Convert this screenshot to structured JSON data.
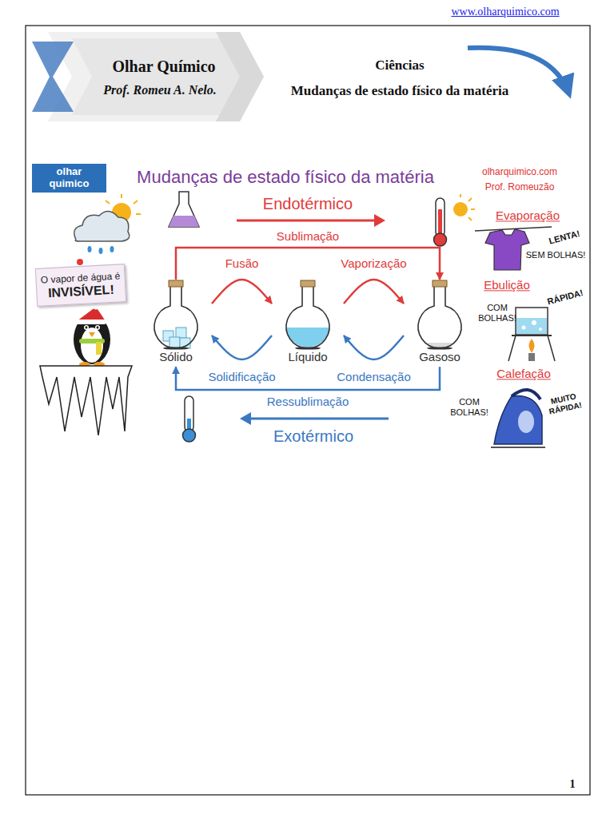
{
  "diagram": {
    "title": "Mudanças de estado físico da matéria",
    "nodes": [
      {
        "text": [
          "olhar quimico"
        ]
      },
      {
        "text": [
          "O vapor de água é",
          "INVISÍVEL!"
        ]
      },
      {
        "text": [
          "Sólido"
        ]
      },
      {
        "text": [
          "Líquido"
        ]
      },
      {
        "text": [
          "Gasoso"
        ]
      }
    ],
    "edges": [
      {
        "from": 2,
        "to": 3,
        "label": "Fusão",
        "arrow": "to"
      },
      {
        "from": 3,
        "to": 4,
        "label": "Vaporização",
        "arrow": "to"
      },
      {
        "from": 2,
        "to": 4,
        "label": "Sublimação",
        "arrow": "to"
      },
      {
        "from": 3,
        "to": 2,
        "label": "Solidificação",
        "arrow": "to"
      },
      {
        "from": 4,
        "to": 3,
        "label": "Condensação",
        "arrow": "to"
      },
      {
        "from": 4,
        "to": 2,
        "label": "Ressublimação",
        "arrow": "to"
      }
    ],
    "labels": [
      "www.olharquimico.com",
      "Olhar Químico",
      "Prof. Romeu A. Nelo.",
      "Ciências",
      "Mudanças de estado físico da matéria",
      "olharquimico.com",
      "Prof. Romeuzão",
      "Endotérmico",
      "Exotérmico",
      "Evaporação",
      "LENTA!",
      "SEM BOLHAS!",
      "Ebulição",
      "COM BOLHAS!",
      "RÁPIDA!",
      "Calefação",
      "COM BOLHAS!",
      "MUITO RÁPIDA!",
      "1"
    ]
  }
}
